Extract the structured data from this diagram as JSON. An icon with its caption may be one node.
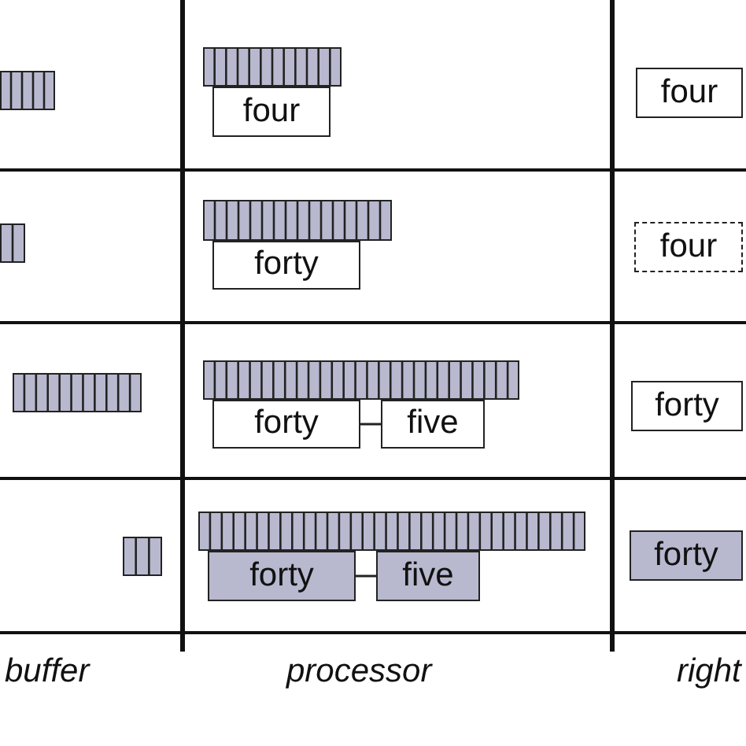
{
  "diagram": {
    "nodes": [
      {
        "text": [],
        "shape": "bar"
      },
      {
        "text": [],
        "shape": "bar"
      },
      {
        "text": [
          "four"
        ]
      },
      {
        "text": [
          "four"
        ]
      },
      {
        "text": [],
        "shape": "bar"
      },
      {
        "text": [],
        "shape": "bar"
      },
      {
        "text": [
          "forty"
        ]
      },
      {
        "text": [
          "four"
        ]
      },
      {
        "text": [],
        "shape": "bar"
      },
      {
        "text": [],
        "shape": "bar"
      },
      {
        "text": [
          "forty"
        ]
      },
      {
        "text": [
          "five"
        ]
      },
      {
        "text": [
          "forty"
        ]
      },
      {
        "text": [],
        "shape": "bar"
      },
      {
        "text": [],
        "shape": "bar"
      },
      {
        "text": [
          "forty"
        ]
      },
      {
        "text": [
          "five"
        ]
      },
      {
        "text": [
          "forty"
        ]
      }
    ],
    "edges": [
      {
        "from": 10,
        "to": 11,
        "arrow": "none"
      },
      {
        "from": 15,
        "to": 16,
        "arrow": "none"
      }
    ],
    "labels": [
      "buffer",
      "processor",
      "right"
    ]
  }
}
